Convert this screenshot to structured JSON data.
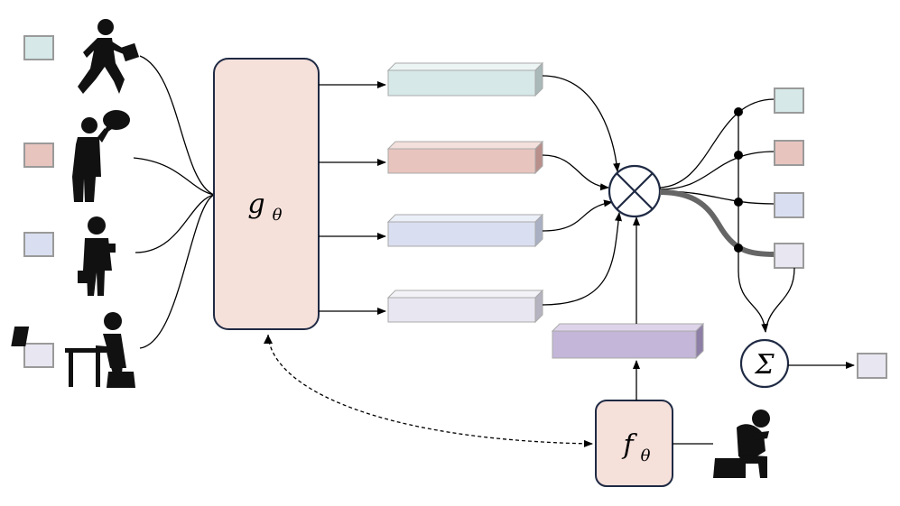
{
  "encoder_g": {
    "label": "g",
    "subscript": "θ"
  },
  "encoder_f": {
    "label": "f",
    "subscript": "θ"
  },
  "multiply_symbol": "⊗",
  "sum_symbol": "Σ",
  "colors": {
    "teal": "#d6e8e8",
    "red": "#e8c4bf",
    "blue": "#d9dff0",
    "lavender": "#e8e6f0",
    "purple": "#c3b6d8",
    "box_fill": "#f5e0da",
    "stroke": "#1f2a44",
    "icon": "#111111",
    "thick_path": "#666666"
  },
  "inputs": [
    {
      "icon": "walking-with-briefcase-icon",
      "color": "teal"
    },
    {
      "icon": "talking-on-phone-icon",
      "color": "red"
    },
    {
      "icon": "standing-with-briefcase-icon",
      "color": "blue"
    },
    {
      "icon": "working-at-laptop-icon",
      "color": "lavender"
    }
  ],
  "query_icon": "distressed-seated-person-icon"
}
